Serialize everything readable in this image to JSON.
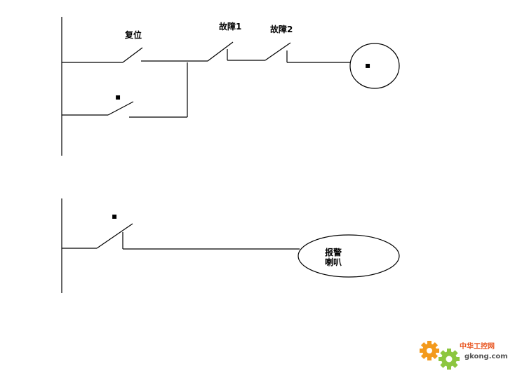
{
  "rung1": {
    "reset_label": "复位",
    "fault1_label": "故障1",
    "fault2_label": "故障2",
    "seal_contact_mark": "▪",
    "coil_mark": "▪"
  },
  "rung2": {
    "contact_mark": "▪",
    "coil_line1": "报警",
    "coil_line2": "喇叭"
  },
  "watermark": {
    "cn": "中华工控网",
    "en": "gkong.com",
    "accent_orange": "#f39a1d",
    "accent_green": "#8cc63f"
  }
}
